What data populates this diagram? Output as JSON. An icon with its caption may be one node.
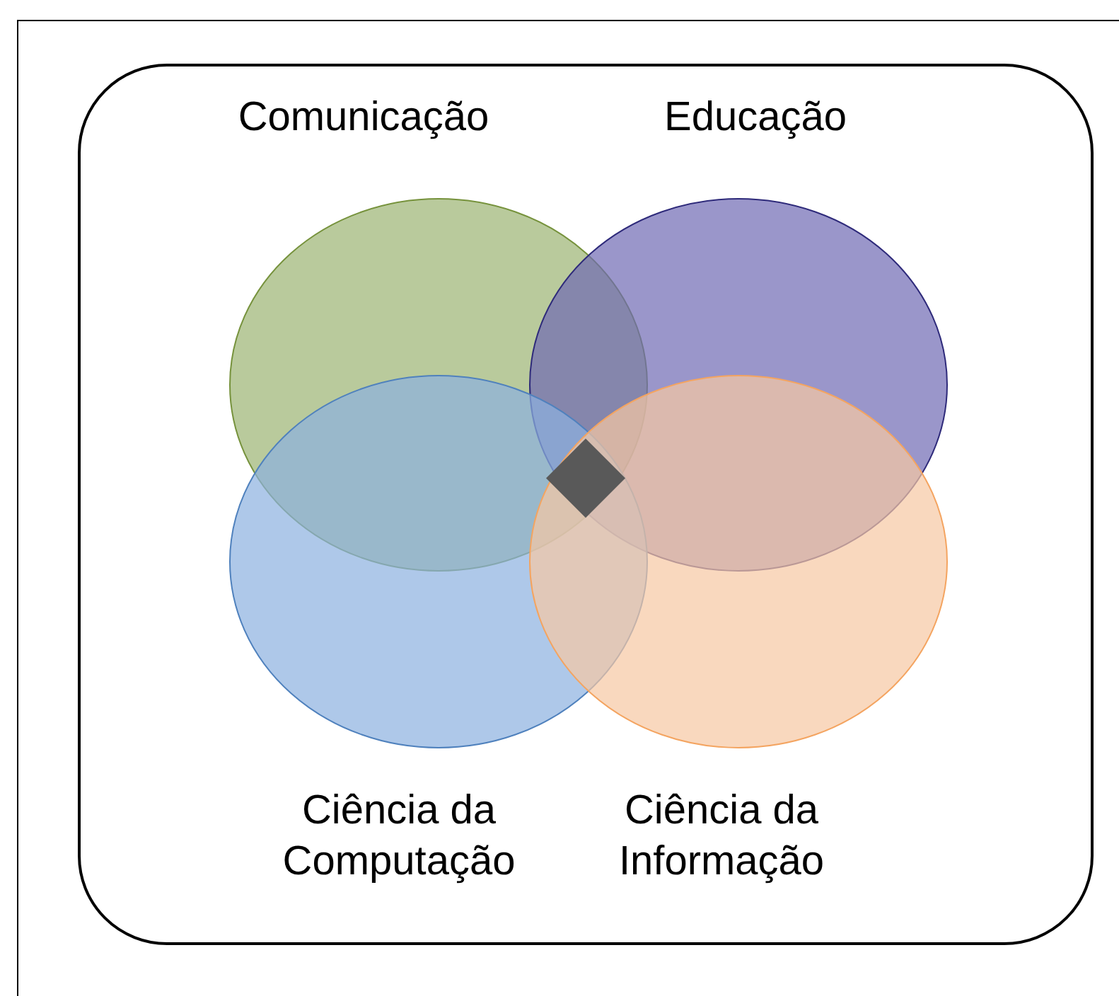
{
  "diagram": {
    "nodes": [
      {
        "text": [],
        "shape": "box"
      },
      {
        "text": [
          "Comunicação"
        ],
        "in": 0
      },
      {
        "text": [
          "Educação"
        ],
        "in": 0
      },
      {
        "text": [
          "Ciência da Computação"
        ],
        "in": 0
      },
      {
        "text": [
          "Ciência da Informação"
        ],
        "in": 0
      },
      {
        "text": [],
        "shape": "diamond"
      }
    ]
  }
}
